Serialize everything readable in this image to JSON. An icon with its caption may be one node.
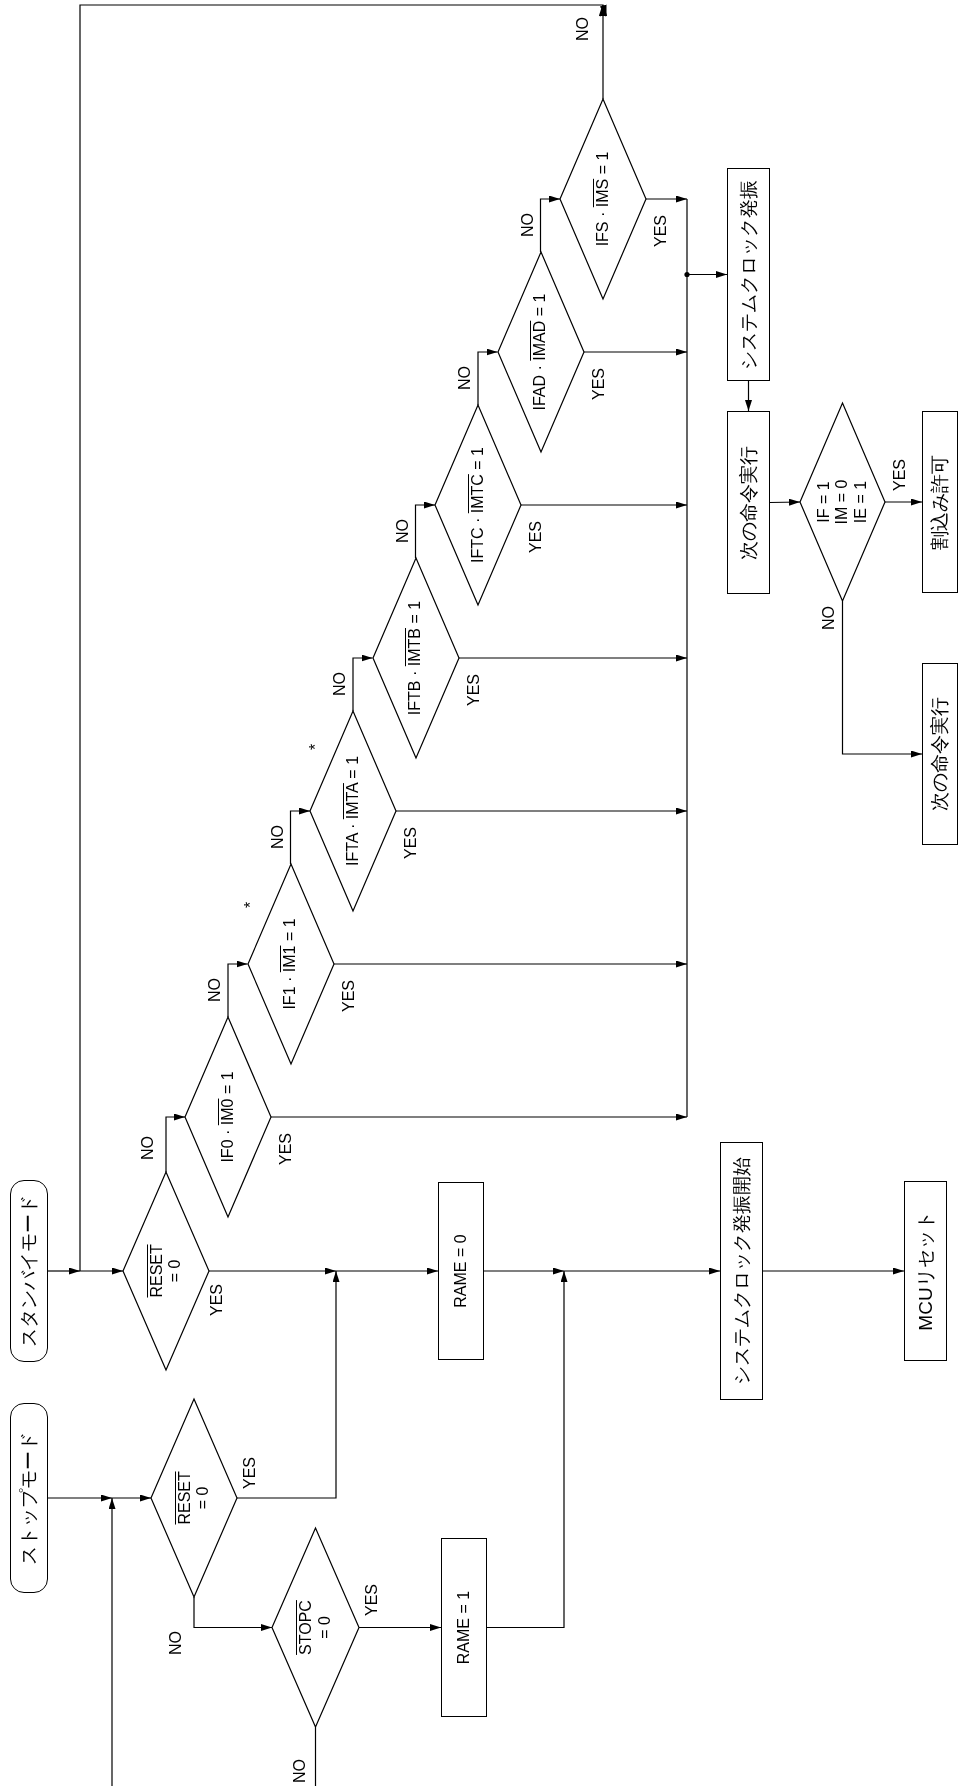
{
  "diagram": {
    "nodes": [
      {
        "text": [
          "ストップモード"
        ]
      },
      {
        "text": [
          "スタンバイモード"
        ]
      },
      {
        "text": [
          "RESET = 0"
        ]
      },
      {
        "text": [
          "RESET = 0"
        ]
      },
      {
        "text": [
          "STOPC = 0"
        ]
      },
      {
        "text": [
          "RAME = 0"
        ]
      },
      {
        "text": [
          "RAME = 1"
        ]
      },
      {
        "text": [
          "IF0 · IM0 = 1"
        ]
      },
      {
        "text": [
          "IF1 · IM1 = 1"
        ],
        "beside": [
          "*"
        ]
      },
      {
        "text": [
          "IFTA · IMTA = 1"
        ],
        "beside": [
          "*"
        ]
      },
      {
        "text": [
          "IFTB · IMTB = 1"
        ]
      },
      {
        "text": [
          "IFTC · IMTC = 1"
        ]
      },
      {
        "text": [
          "IFAD · IMAD = 1"
        ]
      },
      {
        "text": [
          "IFS · IMS = 1"
        ]
      },
      {
        "text": [
          "システムクロック発振開始"
        ]
      },
      {
        "text": [
          "MCUリセット"
        ]
      },
      {
        "text": [
          "システムクロック発振"
        ]
      },
      {
        "text": [
          "次の命令実行"
        ]
      },
      {
        "text": [
          "IF = 1 IM = 0 IE = 1"
        ]
      },
      {
        "text": [
          "割込み許可"
        ]
      },
      {
        "text": [
          "次の命令実行"
        ]
      }
    ],
    "edges": [
      {
        "from": 1,
        "to": 2,
        "arrow": "to"
      },
      {
        "from": 0,
        "to": 3,
        "arrow": "to"
      },
      {
        "from": 2,
        "to": 5,
        "arrow": "to",
        "label": "YES"
      },
      {
        "from": 3,
        "to": 5,
        "arrow": "to",
        "label": "YES"
      },
      {
        "from": 3,
        "to": 4,
        "arrow": "to",
        "label": "NO"
      },
      {
        "from": 4,
        "to": 6,
        "arrow": "to",
        "label": "YES"
      },
      {
        "from": 4,
        "to": null,
        "arrow": "none",
        "label": "NO"
      },
      {
        "from": null,
        "to": 3,
        "arrow": "to"
      },
      {
        "from": 5,
        "to": 14,
        "arrow": "to"
      },
      {
        "from": 6,
        "to": 14,
        "arrow": "to"
      },
      {
        "from": 14,
        "to": 15,
        "arrow": "to"
      },
      {
        "from": 2,
        "to": 7,
        "arrow": "to",
        "label": "NO"
      },
      {
        "from": 7,
        "to": 8,
        "arrow": "to",
        "label": "NO"
      },
      {
        "from": 8,
        "to": 9,
        "arrow": "to",
        "label": "NO"
      },
      {
        "from": 9,
        "to": 10,
        "arrow": "to",
        "label": "NO"
      },
      {
        "from": 10,
        "to": 11,
        "arrow": "to",
        "label": "NO"
      },
      {
        "from": 11,
        "to": 12,
        "arrow": "to",
        "label": "NO"
      },
      {
        "from": 12,
        "to": 13,
        "arrow": "to",
        "label": "NO"
      },
      {
        "from": 13,
        "to": 2,
        "arrow": "to",
        "label": "NO"
      },
      {
        "from": 7,
        "to": 16,
        "arrow": "to",
        "label": "YES"
      },
      {
        "from": 8,
        "to": 16,
        "arrow": "to",
        "label": "YES"
      },
      {
        "from": 9,
        "to": 16,
        "arrow": "to",
        "label": "YES"
      },
      {
        "from": 10,
        "to": 16,
        "arrow": "to",
        "label": "YES"
      },
      {
        "from": 11,
        "to": 16,
        "arrow": "to",
        "label": "YES"
      },
      {
        "from": 12,
        "to": 16,
        "arrow": "to",
        "label": "YES"
      },
      {
        "from": 13,
        "to": 16,
        "arrow": "to",
        "label": "YES"
      },
      {
        "from": 16,
        "to": 17,
        "arrow": "to"
      },
      {
        "from": 17,
        "to": 18,
        "arrow": "to"
      },
      {
        "from": 18,
        "to": 19,
        "arrow": "to",
        "label": "YES"
      },
      {
        "from": 18,
        "to": 20,
        "arrow": "to",
        "label": "NO"
      }
    ]
  }
}
